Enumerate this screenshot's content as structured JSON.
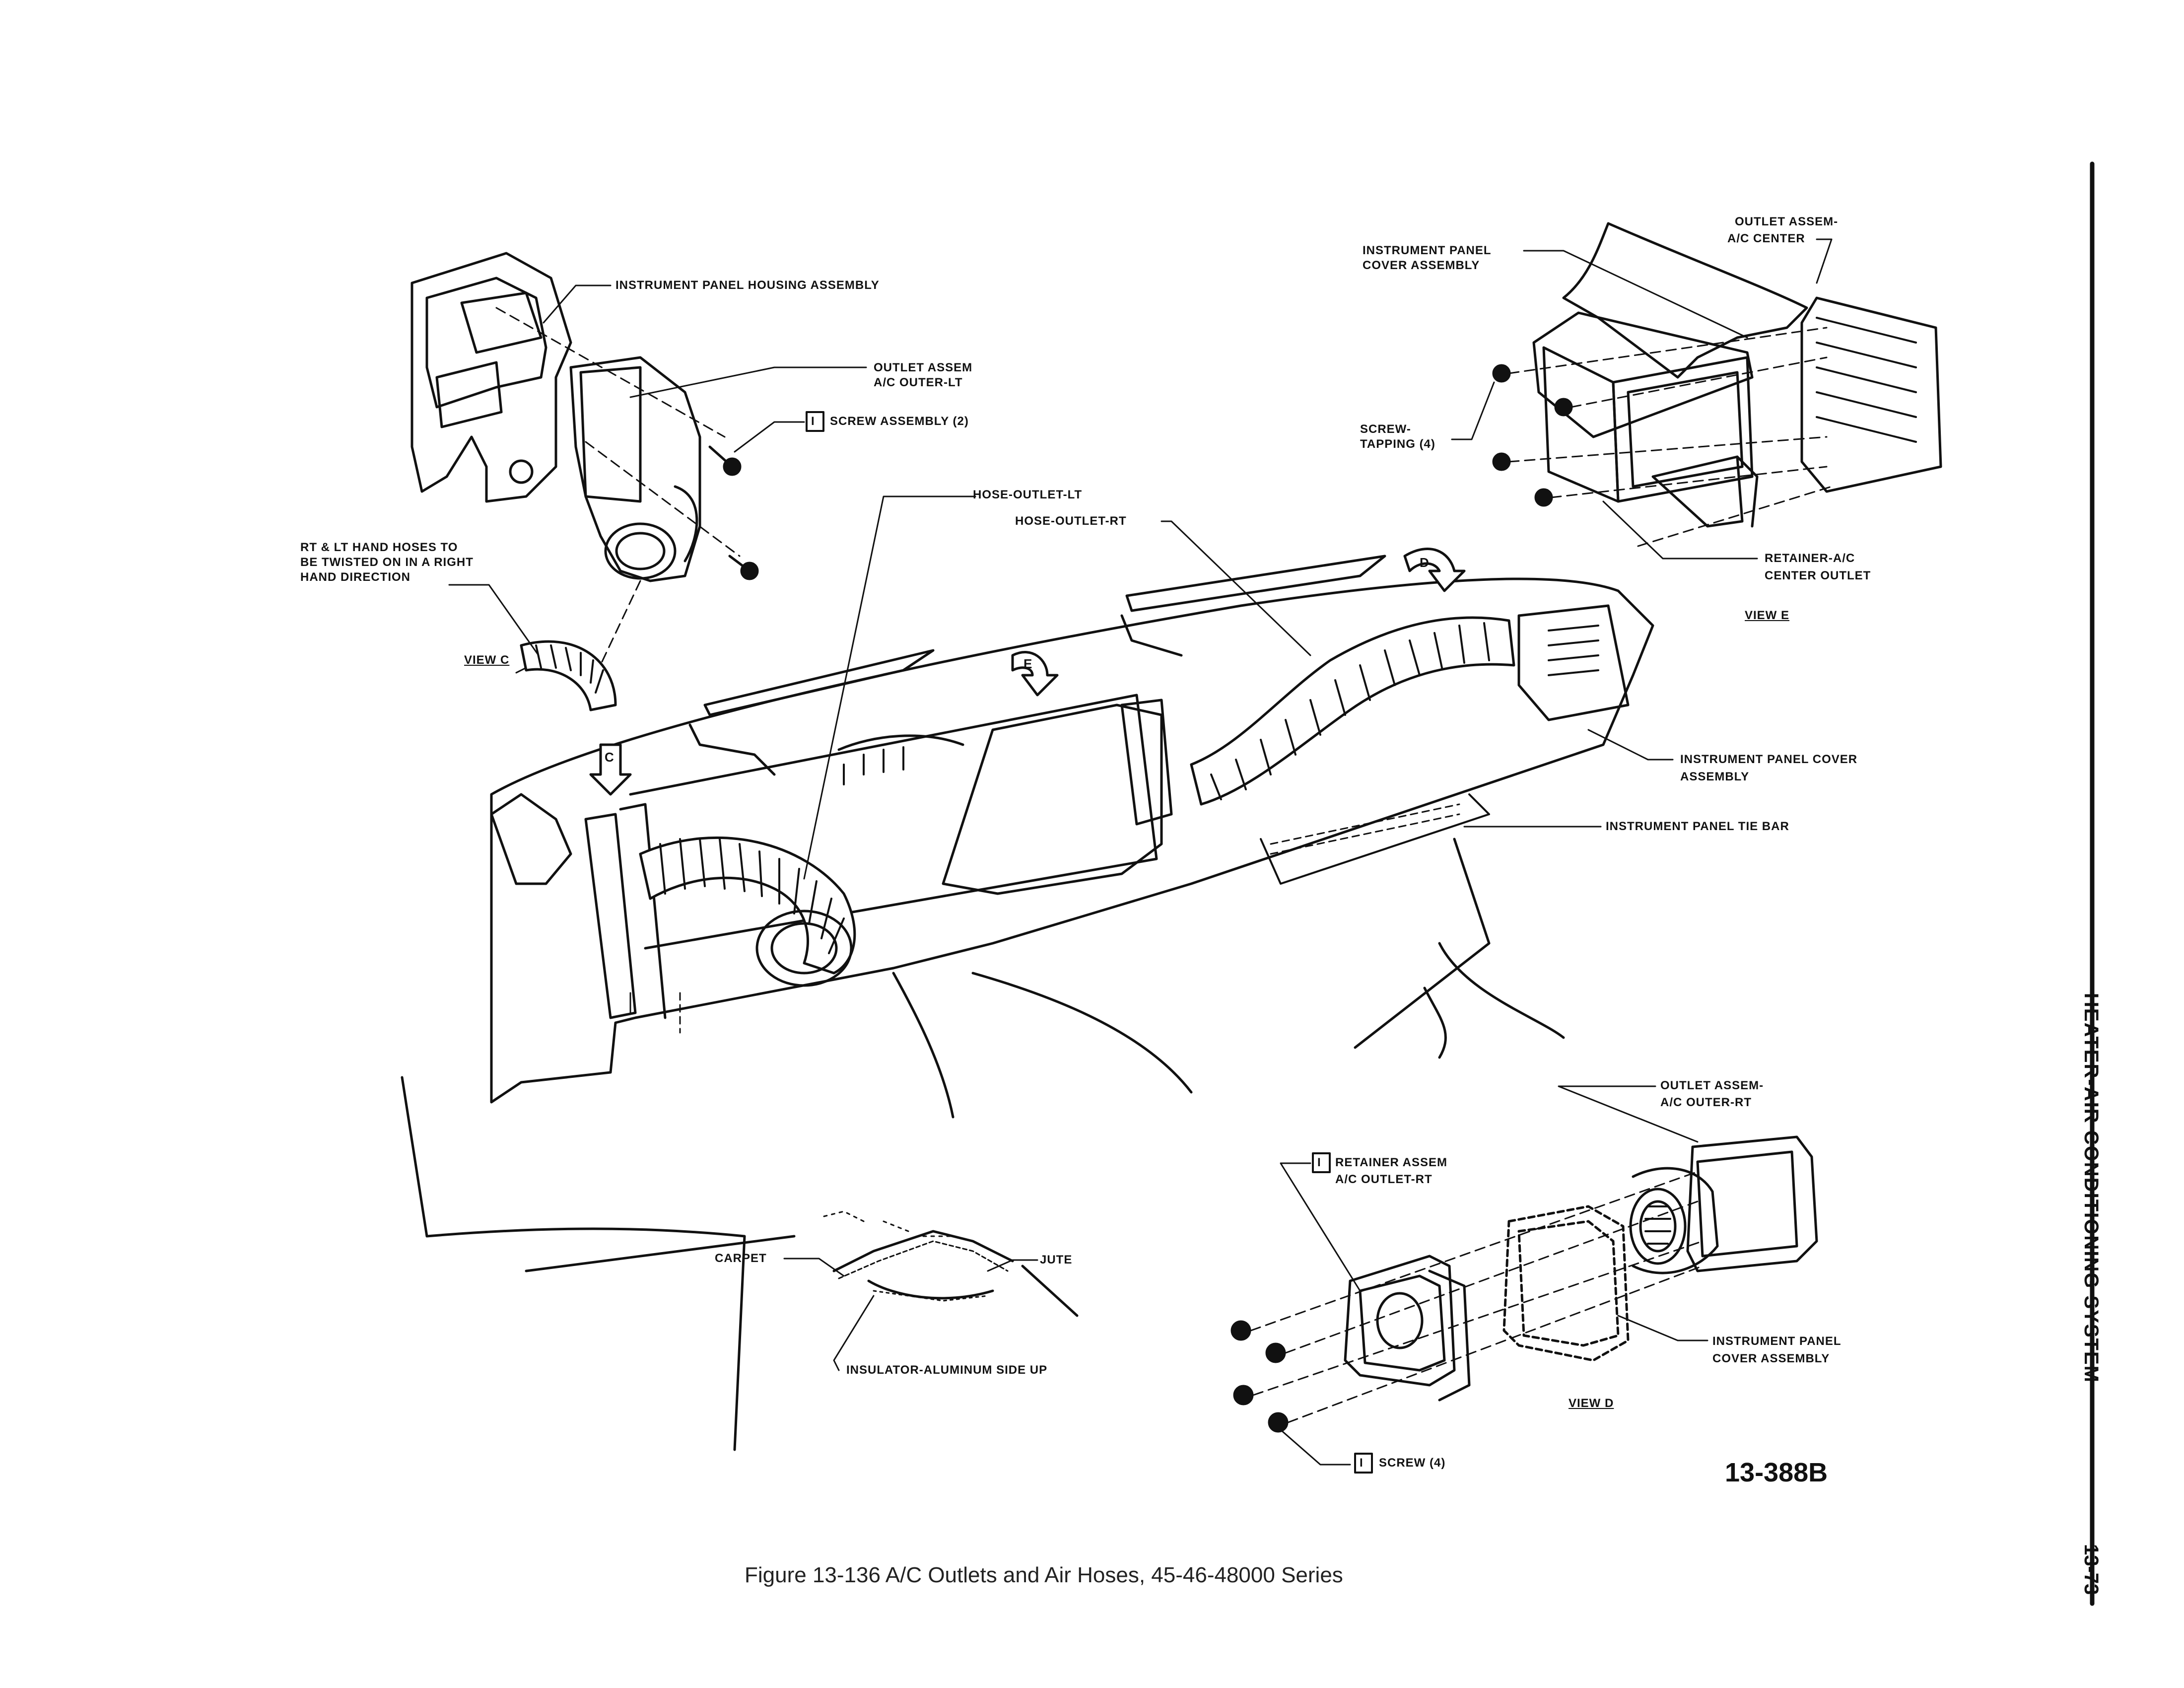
{
  "labels": {
    "instrument_panel_housing_assembly": "INSTRUMENT PANEL HOUSING ASSEMBLY",
    "outlet_assem_outer_lt_1": "OUTLET ASSEM",
    "outlet_assem_outer_lt_2": "A/C OUTER-LT",
    "screw_assembly_2": "SCREW ASSEMBLY (2)",
    "hoses_note_1": "RT & LT HAND HOSES TO",
    "hoses_note_2": "BE TWISTED ON IN A RIGHT",
    "hoses_note_3": "HAND DIRECTION",
    "view_c": "VIEW C",
    "hose_outlet_lt": "HOSE-OUTLET-LT",
    "hose_outlet_rt": "HOSE-OUTLET-RT",
    "ip_cover_assembly_top_1": "INSTRUMENT PANEL",
    "ip_cover_assembly_top_2": "COVER ASSEMBLY",
    "outlet_center_1": "OUTLET ASSEM-",
    "outlet_center_2": "A/C CENTER",
    "screw_tapping_1": "SCREW-",
    "screw_tapping_2": "TAPPING (4)",
    "retainer_center_1": "RETAINER-A/C",
    "retainer_center_2": "CENTER OUTLET",
    "view_e": "VIEW E",
    "ip_cover_assembly_mid_1": "INSTRUMENT PANEL COVER",
    "ip_cover_assembly_mid_2": "ASSEMBLY",
    "ip_tie_bar": "INSTRUMENT PANEL TIE BAR",
    "outlet_outer_rt_1": "OUTLET ASSEM-",
    "outlet_outer_rt_2": "A/C OUTER-RT",
    "retainer_outlet_rt_1": "RETAINER ASSEM",
    "retainer_outlet_rt_2": "A/C OUTLET-RT",
    "carpet": "CARPET",
    "jute": "JUTE",
    "insulator": "INSULATOR-ALUMINUM SIDE UP",
    "ip_cover_assembly_bot_1": "INSTRUMENT PANEL",
    "ip_cover_assembly_bot_2": "COVER ASSEMBLY",
    "view_d": "VIEW D",
    "screw_4": "SCREW (4)",
    "callout_d": "D",
    "callout_e": "E",
    "callout_c": "C",
    "part_marker": "I"
  },
  "figure_code": "13-388B",
  "caption": "Figure 13-136 A/C Outlets and Air Hoses, 45-46-48000 Series",
  "side_title": "HEATER-AIR CONDITIONING SYSTEM",
  "page_number": "13-73"
}
